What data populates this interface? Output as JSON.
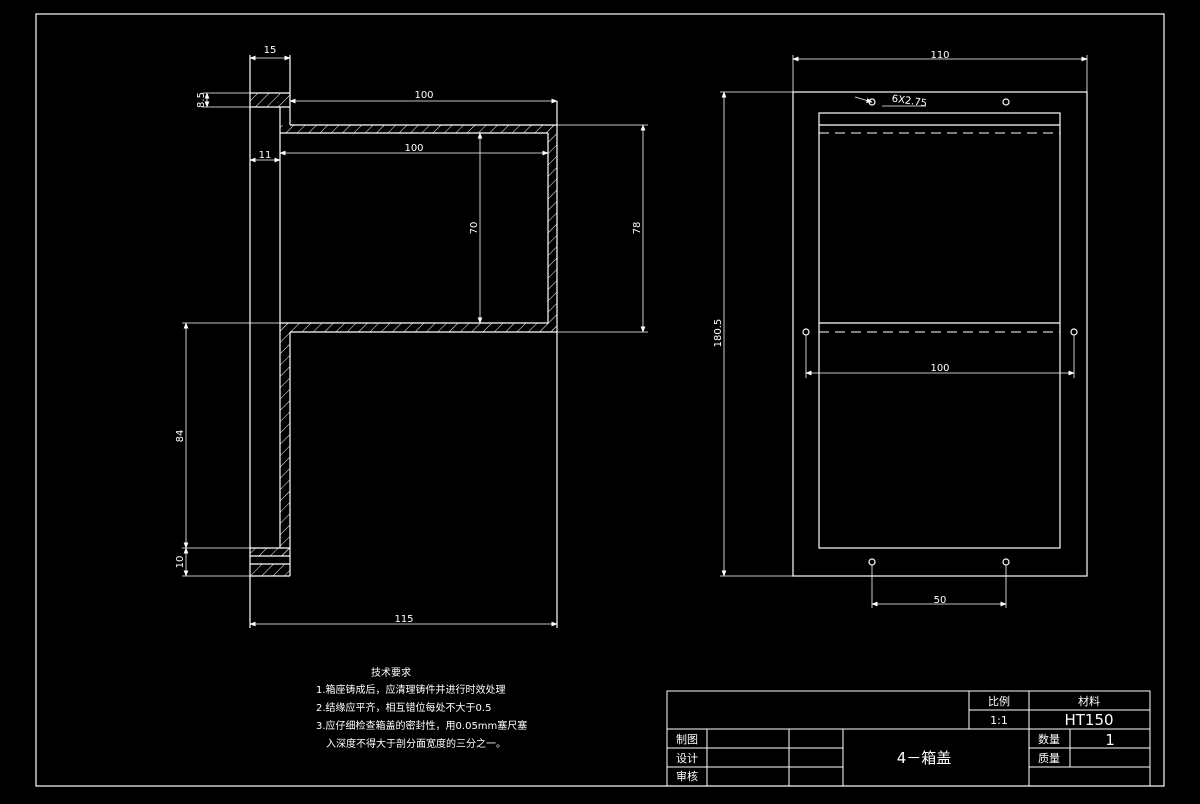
{
  "drawing": {
    "side_view": {
      "dims": {
        "flange_width": "15",
        "flange_thick": "8.5",
        "top_length_outer": "100",
        "top_length_inner": "100",
        "offset": "11",
        "inner_height": "70",
        "outer_height": "78",
        "lower_height": "84",
        "bottom_thick": "10",
        "total_length": "115"
      }
    },
    "front_view": {
      "dims": {
        "width": "110",
        "hole_note": "6X2.75",
        "height": "180.5",
        "hole_span": "100",
        "bottom_hole_span": "50"
      }
    },
    "tech_notes": {
      "title": "技术要求",
      "lines": [
        "1.箱座铸成后，应清理铸件并进行时效处理",
        "2.结缘应平齐，相互错位每处不大于0.5",
        "3.应仔细检查箱盖的密封性，用0.05mm塞尺塞",
        "入深度不得大于剖分面宽度的三分之一。"
      ]
    },
    "title_block": {
      "scale_label": "比例",
      "scale_value": "1:1",
      "material_label": "材料",
      "material_value": "HT150",
      "qty_label": "数量",
      "qty_value": "1",
      "mass_label": "质量",
      "drawn_label": "制图",
      "design_label": "设计",
      "check_label": "审核",
      "part_name": "4－箱盖"
    }
  }
}
